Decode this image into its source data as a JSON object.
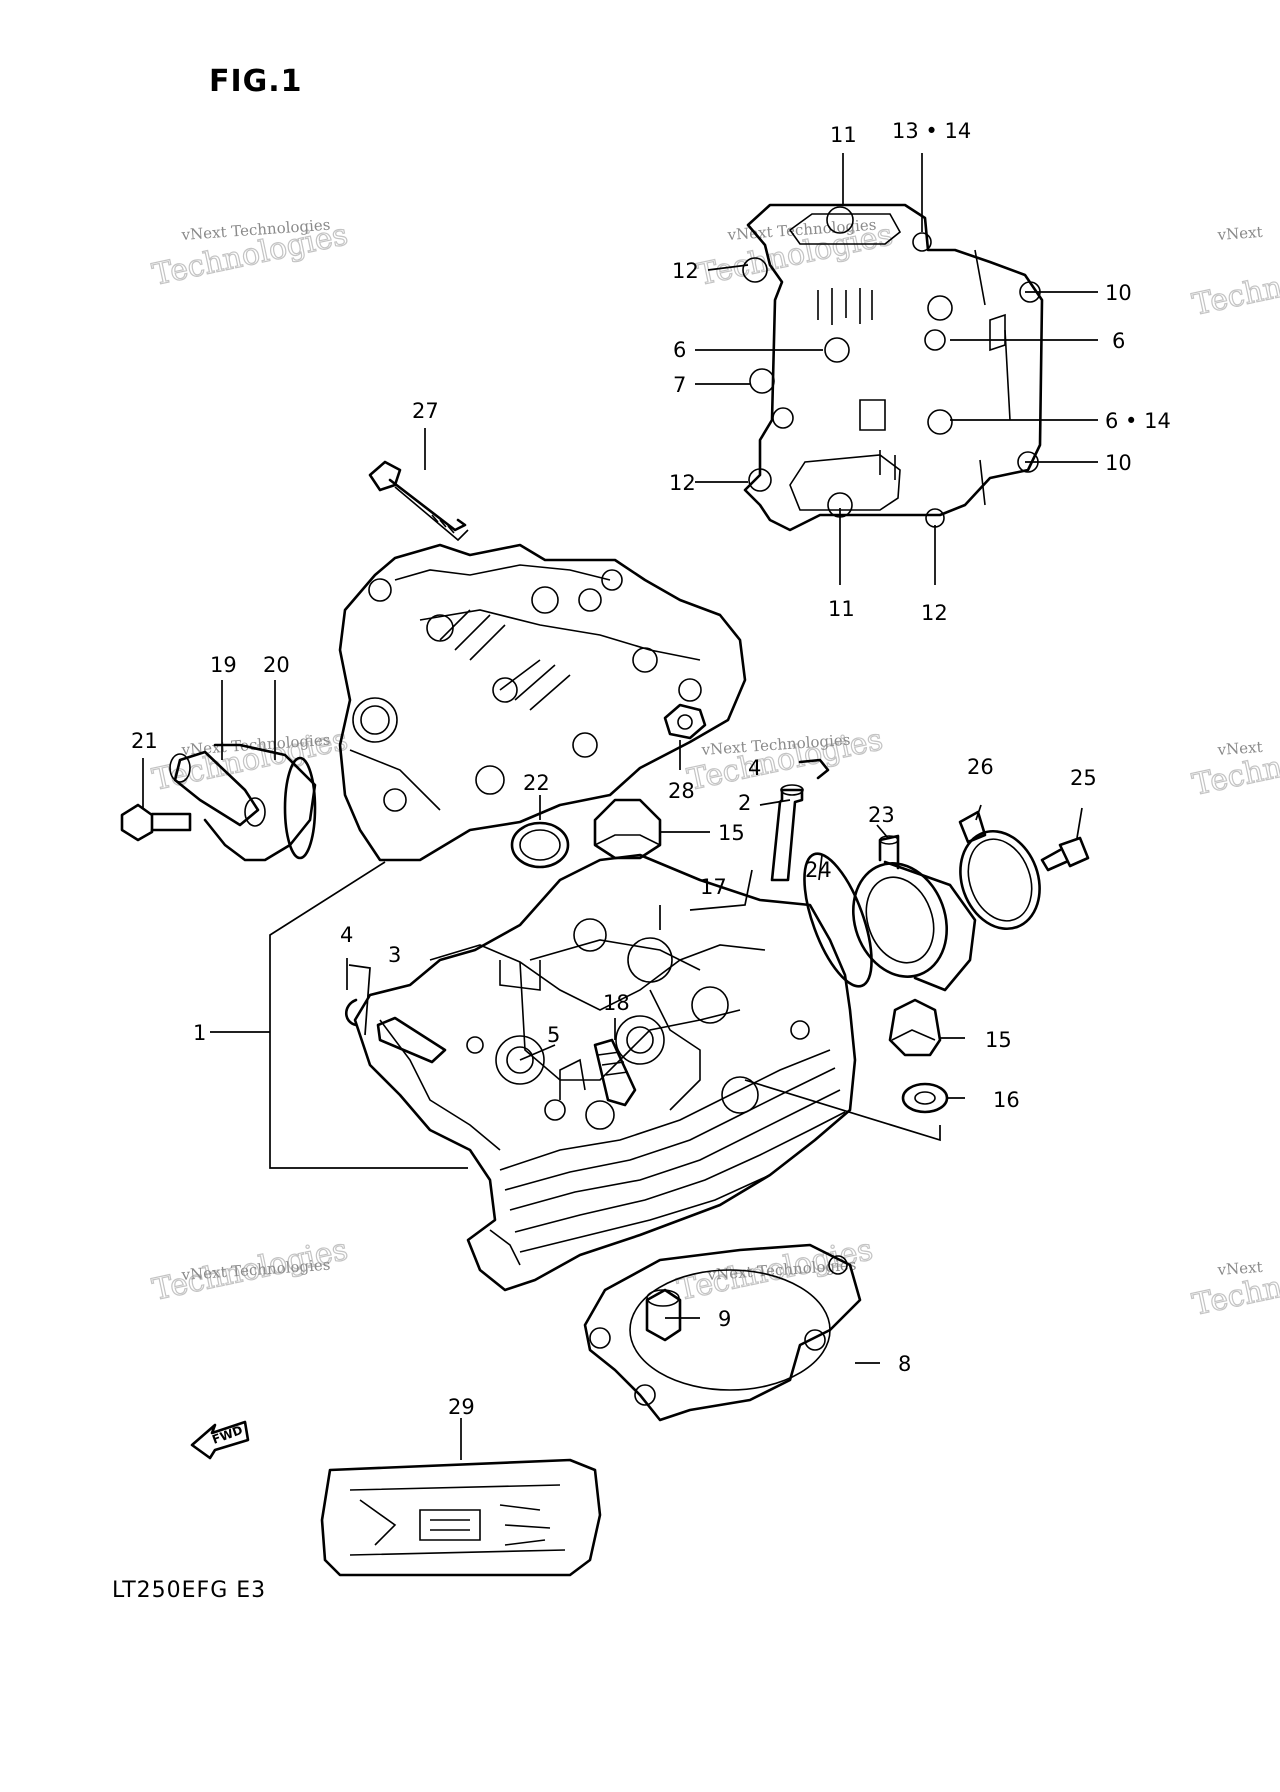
{
  "figure_title": "FIG.1",
  "model_code": "LT250EFG  E3",
  "fwd_label": "FWD",
  "watermark": {
    "line1": "vNext Technologies",
    "line2": "Technologies",
    "line3": "vNext"
  },
  "callouts": {
    "c1": "1",
    "c2": "2",
    "c3": "3",
    "c4": "4",
    "c4b": "4",
    "c5": "5",
    "c6a": "6",
    "c6b": "6",
    "c6c": "6 • 14",
    "c7": "7",
    "c8": "8",
    "c9": "9",
    "c10a": "10",
    "c10b": "10",
    "c11a": "11",
    "c11b": "11",
    "c12a": "12",
    "c12b": "12",
    "c12c": "12",
    "c13": "13 • 14",
    "c15a": "15",
    "c15b": "15",
    "c16": "16",
    "c17": "17",
    "c18": "18",
    "c19": "19",
    "c20": "20",
    "c21": "21",
    "c22": "22",
    "c23": "23",
    "c24": "24",
    "c25": "25",
    "c26": "26",
    "c27": "27",
    "c28": "28",
    "c29": "29"
  }
}
